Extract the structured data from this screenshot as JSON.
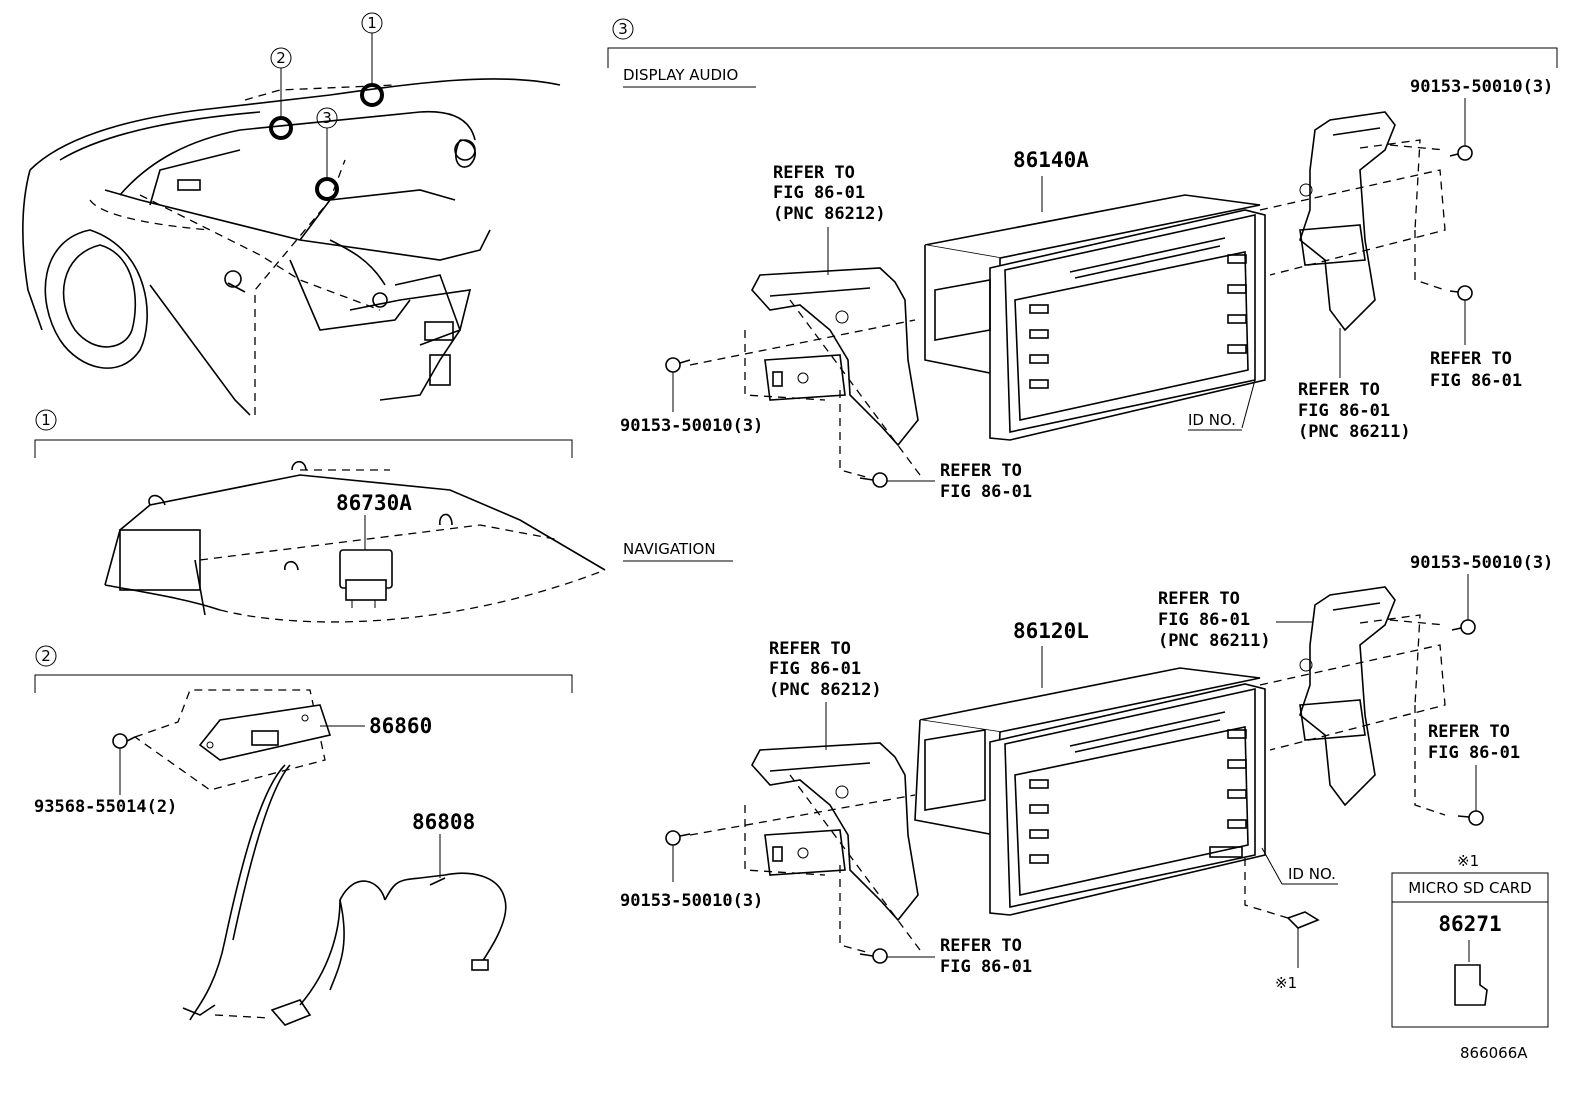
{
  "callouts": {
    "c1": "1",
    "c2": "2",
    "c3": "3"
  },
  "sections": {
    "s1": "1",
    "s2": "2",
    "s3": "3",
    "display_audio": "DISPLAY AUDIO",
    "navigation": "NAVIGATION"
  },
  "parts": {
    "p86730A": "86730A",
    "p86860": "86860",
    "p93568": "93568-55014(2)",
    "p86808": "86808",
    "p86140A": "86140A",
    "p86120L": "86120L",
    "bolt_da_right": "90153-50010(3)",
    "bolt_da_left": "90153-50010(3)",
    "bolt_nav_right": "90153-50010(3)",
    "bolt_nav_left": "90153-50010(3)",
    "p86271": "86271"
  },
  "refs": {
    "refer_to": "REFER TO",
    "fig": "FIG 86-01",
    "pnc_86212": "(PNC 86212)",
    "pnc_86211": "(PNC 86211)"
  },
  "id_no": "ID NO.",
  "note_mark": "※1",
  "micro_sd": "MICRO SD CARD",
  "diagram_id": "866066A"
}
